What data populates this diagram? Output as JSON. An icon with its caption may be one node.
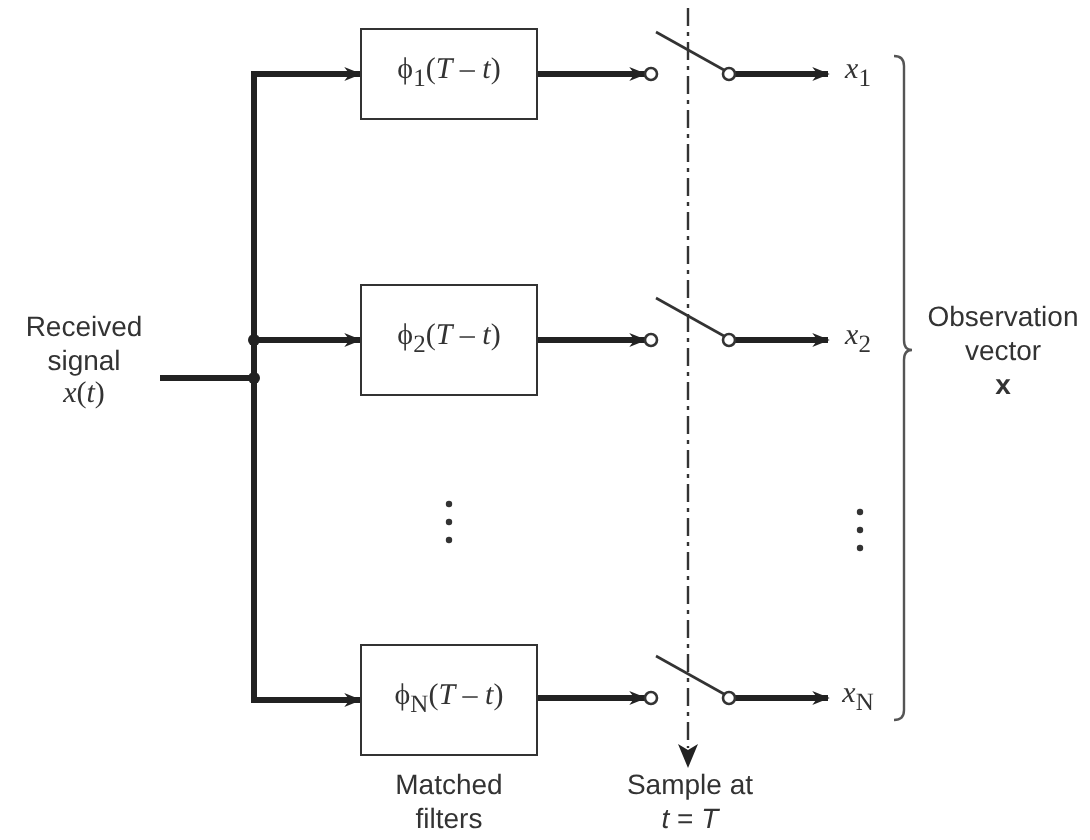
{
  "diagram": {
    "nodes": [
      {
        "text": [
          "Received signal",
          "*x*(*t*)"
        ]
      },
      {
        "text": [
          "ϕ$_{1}$(*T* – *t*)"
        ]
      },
      {
        "text": [
          "ϕ$_{2}$(*T* – *t*)"
        ]
      },
      {
        "text": [
          "ϕ$_{N}$(*T* – *t*)"
        ]
      },
      {
        "text": [],
        "shape": "switch"
      },
      {
        "text": [],
        "shape": "switch"
      },
      {
        "text": [],
        "shape": "switch"
      },
      {
        "text": [
          "*x*$_{1}$"
        ]
      },
      {
        "text": [
          "*x*$_{2}$"
        ]
      },
      {
        "text": [
          "*x*$_{N}$"
        ]
      }
    ],
    "edges": [
      {
        "from": 0,
        "to": 1,
        "arrow": "to"
      },
      {
        "from": 0,
        "to": 2,
        "arrow": "to"
      },
      {
        "from": 0,
        "to": 3,
        "arrow": "to"
      },
      {
        "from": 1,
        "to": 4,
        "arrow": "to"
      },
      {
        "from": 2,
        "to": 5,
        "arrow": "to"
      },
      {
        "from": 3,
        "to": 6,
        "arrow": "to"
      },
      {
        "from": 4,
        "to": 7,
        "arrow": "to"
      },
      {
        "from": 5,
        "to": 8,
        "arrow": "to"
      },
      {
        "from": 6,
        "to": 9,
        "arrow": "to"
      }
    ],
    "labels": [
      "Observation vector",
      "x",
      "Matched filters",
      "Sample at *t* = *T*"
    ]
  }
}
